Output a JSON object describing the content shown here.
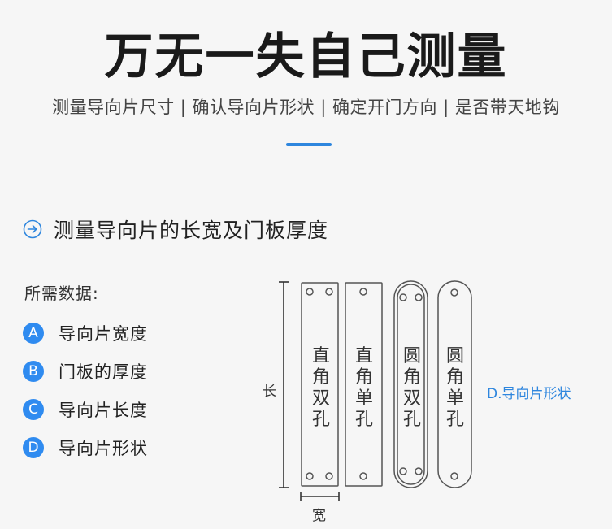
{
  "header": {
    "title": "万无一失自己测量",
    "subtitle": "测量导向片尺寸 | 确认导向片形状 | 确定开门方向 | 是否带天地钩"
  },
  "section": {
    "heading": "测量导向片的长宽及门板厚度",
    "icon": "arrow-circle-right-icon"
  },
  "requirements": {
    "title": "所需数据:",
    "items": [
      {
        "badge": "A",
        "label": "导向片宽度"
      },
      {
        "badge": "B",
        "label": "门板的厚度"
      },
      {
        "badge": "C",
        "label": "导向片长度"
      },
      {
        "badge": "D",
        "label": "导向片形状"
      }
    ]
  },
  "diagram": {
    "length_label": "长",
    "width_label": "宽",
    "shape_label": "D.导向片形状",
    "plates": [
      {
        "line1": "直",
        "line2": "角",
        "line3": "双",
        "line4": "孔"
      },
      {
        "line1": "直",
        "line2": "角",
        "line3": "单",
        "line4": "孔"
      },
      {
        "line1": "圆",
        "line2": "角",
        "line3": "双",
        "line4": "孔"
      },
      {
        "line1": "圆",
        "line2": "角",
        "line3": "单",
        "line4": "孔"
      }
    ]
  },
  "colors": {
    "accent": "#2e86de",
    "badge": "#2f8bf0",
    "background": "#f6f6f6",
    "text": "#222222"
  }
}
